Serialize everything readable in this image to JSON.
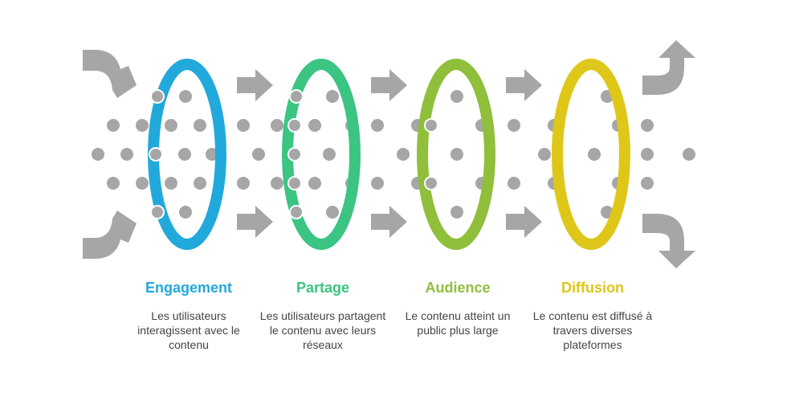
{
  "colors": {
    "dot": "#a6a6a6",
    "arrow": "#a6a6a6",
    "engagement": "#22a9dc",
    "partage": "#3bc482",
    "audience": "#8fbf3b",
    "diffusion": "#dec719"
  },
  "stages": [
    {
      "title": "Engagement",
      "description": "Les utilisateurs interagissent avec le contenu",
      "color": "#22a9dc"
    },
    {
      "title": "Partage",
      "description": "Les utilisateurs partagent le contenu avec leurs réseaux",
      "color": "#3bc482"
    },
    {
      "title": "Audience",
      "description": "Le contenu atteint un public plus large",
      "color": "#8fbf3b"
    },
    {
      "title": "Diffusion",
      "description": "Le contenu est diffusé à travers diverses plateformes",
      "color": "#dec719"
    }
  ]
}
